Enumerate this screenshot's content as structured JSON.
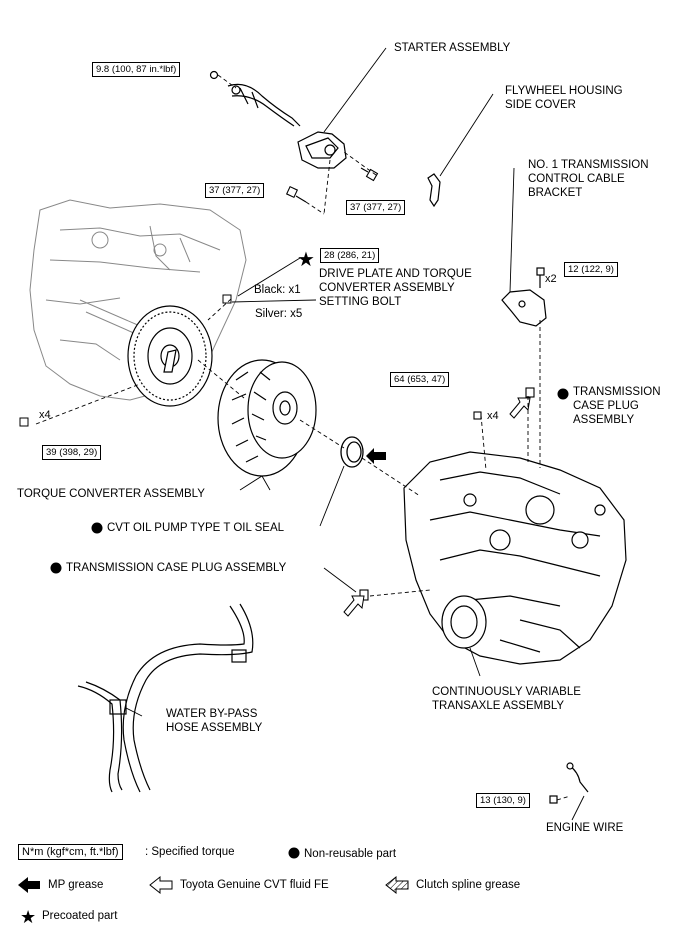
{
  "labels": {
    "starter": "STARTER ASSEMBLY",
    "flywheel_cover": "FLYWHEEL HOUSING\nSIDE COVER",
    "ctrl_bracket": "NO. 1 TRANSMISSION\nCONTROL CABLE\nBRACKET",
    "drive_plate": "DRIVE PLATE AND TORQUE\nCONVERTER ASSEMBLY\nSETTING BOLT",
    "black": "Black: x1",
    "silver": "Silver: x5",
    "plug_right": "TRANSMISSION\nCASE PLUG\nASSEMBLY",
    "torque_converter": "TORQUE CONVERTER ASSEMBLY",
    "oil_seal": "CVT OIL PUMP TYPE T OIL SEAL",
    "plug_left": "TRANSMISSION CASE PLUG ASSEMBLY",
    "transaxle": "CONTINUOUSLY VARIABLE\nTRANSAXLE ASSEMBLY",
    "water_hose": "WATER BY-PASS\nHOSE ASSEMBLY",
    "engine_wire": "ENGINE WIRE"
  },
  "torques": {
    "t1": "9.8 (100, 87 in.*lbf)",
    "t2": "37 (377, 27)",
    "t3": "37 (377, 27)",
    "t4": "28 (286, 21)",
    "t5": "12 (122, 9)",
    "t6": "64 (653, 47)",
    "t7": "39 (398, 29)",
    "t8": "13 (130, 9)"
  },
  "quantities": {
    "q_x2": "x2",
    "q_x4_right": "x4",
    "q_x4_left": "x4"
  },
  "legend": {
    "torque_box": "N*m (kgf*cm, ft.*lbf)",
    "torque_desc": ": Specified torque",
    "non_reusable": "Non-reusable part",
    "mp_grease": "MP grease",
    "cvt_fluid": "Toyota Genuine CVT fluid FE",
    "spline_grease": "Clutch spline grease",
    "precoated": "Precoated part"
  },
  "icons": [
    "non-reusable-dot-icon",
    "precoated-star-icon",
    "mp-grease-arrow-icon",
    "cvt-fluid-arrow-icon",
    "spline-grease-arrow-icon"
  ]
}
